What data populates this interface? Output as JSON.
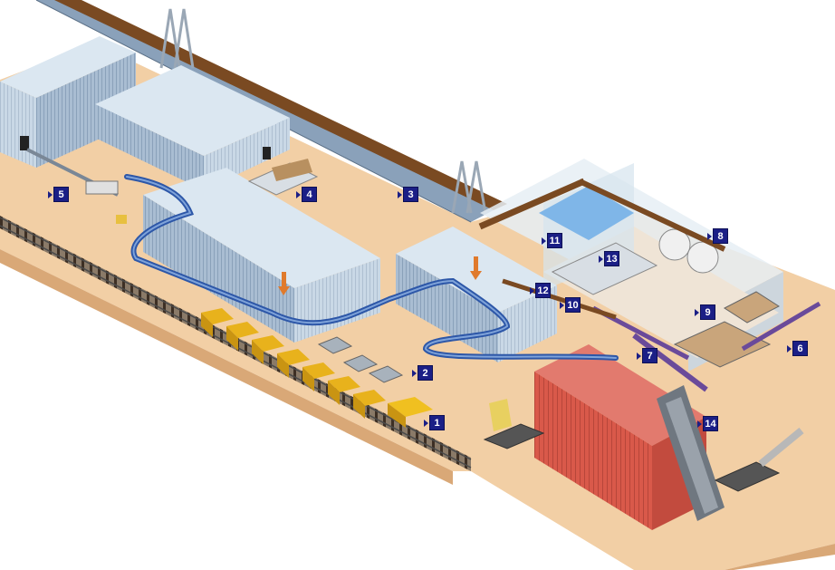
{
  "colors": {
    "ground": "#f2cfa5",
    "ground_edge": "#d9a877",
    "building_front": "#9fb6cf",
    "building_side": "#c7d7e6",
    "building_roof": "#dbe7f1",
    "silo_red": "#d9594a",
    "conveyor_blue": "#2d57a8",
    "beam_brown": "#7a4a22",
    "label_bg": "#1b1f86"
  },
  "markers": [
    {
      "label": "1"
    },
    {
      "label": "2"
    },
    {
      "label": "3"
    },
    {
      "label": "4"
    },
    {
      "label": "5"
    },
    {
      "label": "6"
    },
    {
      "label": "7"
    },
    {
      "label": "8"
    },
    {
      "label": "9"
    },
    {
      "label": "10"
    },
    {
      "label": "11"
    },
    {
      "label": "12"
    },
    {
      "label": "13"
    },
    {
      "label": "14"
    }
  ]
}
